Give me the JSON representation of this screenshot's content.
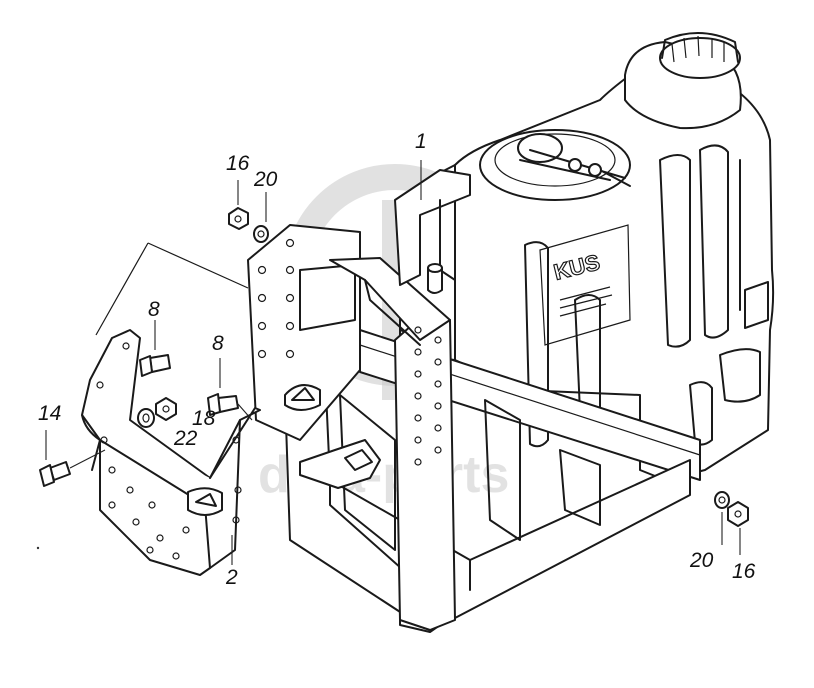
{
  "diagram": {
    "callouts": {
      "c1": "1",
      "c2": "2",
      "c8a": "8",
      "c8b": "8",
      "c14": "14",
      "c16a": "16",
      "c16b": "16",
      "c18": "18",
      "c20a": "20",
      "c20b": "20",
      "c22": "22"
    },
    "tank_brand": "KUS",
    "watermark": "data-parts",
    "colors": {
      "line": "#1a1a1a",
      "watermark": "#c9c9c9",
      "background": "#ffffff"
    }
  }
}
